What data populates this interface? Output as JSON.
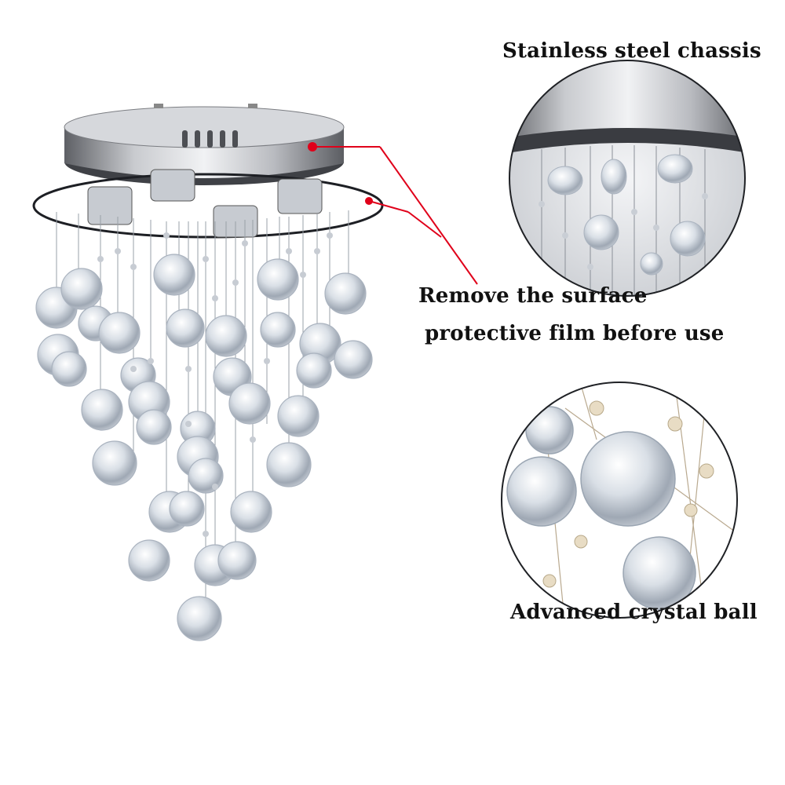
{
  "captions": {
    "chassis": "Stainless steel chassis",
    "film_line1": "Remove the surface",
    "film_line2": "protective film before use",
    "crystal": "Advanced crystal ball"
  },
  "colors": {
    "pointer": "#e0001a",
    "steel_dark": "#6f7176",
    "steel_light": "#e8e9ec",
    "crystal_edge": "#aab3bf"
  }
}
